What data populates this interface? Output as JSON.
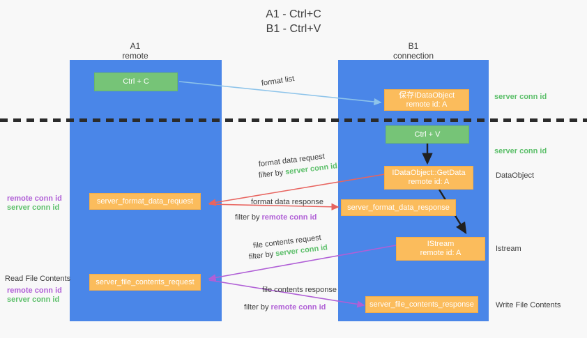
{
  "title": {
    "line1": "A1 - Ctrl+C",
    "line2": "B1 - Ctrl+V"
  },
  "lanes": [
    {
      "name": "a1",
      "title": "A1",
      "subtitle": "remote"
    },
    {
      "name": "b1",
      "title": "B1",
      "subtitle": "connection"
    }
  ],
  "boxes": {
    "ctrl_c": {
      "line1": "Ctrl + C"
    },
    "ctrl_v": {
      "line1": "Ctrl + V"
    },
    "idataobject_save": {
      "line1": "保存IDataObject",
      "line2": "remote id: A"
    },
    "idataobject_getdata": {
      "line1": "IDataObject::GetData",
      "line2": "remote id: A"
    },
    "istream": {
      "line1": "IStream",
      "line2": "remote id: A"
    },
    "server_format_data_request": {
      "line1": "server_format_data_request"
    },
    "server_format_data_response": {
      "line1": "server_format_data_response"
    },
    "server_file_contents_request": {
      "line1": "server_file_contents_request"
    },
    "server_file_contents_response": {
      "line1": "server_file_contents_response"
    }
  },
  "arrow_labels": {
    "format_list": "format list",
    "format_data_request": "format data request",
    "format_data_request_filter_prefix": "filter by ",
    "format_data_request_filter_key": "server conn id",
    "format_data_response": "format data response",
    "format_data_response_filter_prefix": "filter by ",
    "format_data_response_filter_key": "remote conn id",
    "file_contents_request": "file contents request",
    "file_contents_request_filter_prefix": "filter by ",
    "file_contents_request_filter_key": "server conn id",
    "file_contents_response": "file contents response",
    "file_contents_response_filter_prefix": "filter by ",
    "file_contents_response_filter_key": "remote conn id"
  },
  "side_labels": {
    "left_remote_conn_id": "remote conn id",
    "left_server_conn_id": "server conn id",
    "read_file_contents": "Read File Contents",
    "left_remote_conn_id_2": "remote conn id",
    "left_server_conn_id_2": "server conn id",
    "right_server_conn_id_1": "server conn id",
    "right_server_conn_id_2": "server conn id",
    "right_dataobject": "DataObject",
    "right_istream": "Istream",
    "right_write_file_contents": "Write File Contents"
  },
  "colors": {
    "lane": "#4a86e8",
    "green_box": "#76c477",
    "orange_box": "#fbbc5c",
    "server_conn_id": "#5cbf6a",
    "remote_conn_id": "#b05fd6",
    "arrow_blue": "#8ec4ea",
    "arrow_red": "#e8645f",
    "arrow_purple": "#b05fd6",
    "arrow_black": "#202020",
    "background": "#f8f8f8"
  }
}
